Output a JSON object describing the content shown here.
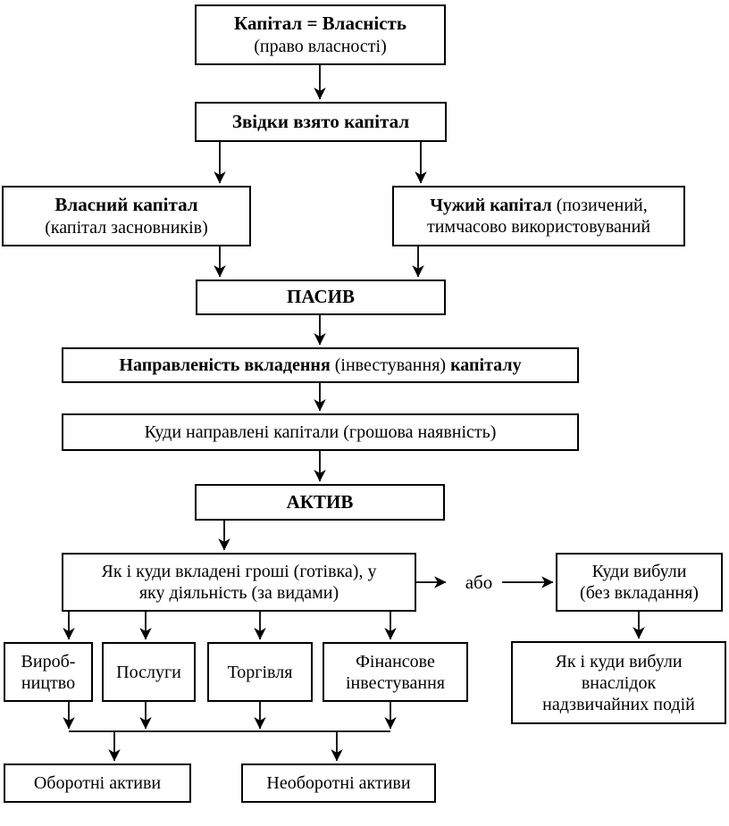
{
  "nodes": {
    "kapital": {
      "line1": "Капітал = Власність",
      "line2": "(право власності)"
    },
    "zvidky": {
      "label": "Звідки взято капітал"
    },
    "vlasnyi": {
      "line1": "Власний капітал",
      "line2": "(капітал засновників)"
    },
    "chuzhyi": {
      "bold": "Чужий капітал",
      "normal1": "(позичений,",
      "normal2": "тимчасово використовуваний"
    },
    "pasyv": {
      "label": "ПАСИВ"
    },
    "napravlenist": {
      "bold1": "Направленість вкладення",
      "normal": "(інвестування)",
      "bold2": "капіталу"
    },
    "kudy_napravleni": {
      "label": "Куди направлені капітали (грошова наявність)"
    },
    "aktyv": {
      "label": "АКТИВ"
    },
    "yak_vkladeni": {
      "line1": "Як і куди вкладені гроші (готівка), у",
      "line2": "яку діяльність (за видами)"
    },
    "abo": {
      "label": "або"
    },
    "kudy_vybuly": {
      "line1": "Куди вибули",
      "line2": "(без вкладання)"
    },
    "yak_vybuly": {
      "line1": "Як і куди вибули",
      "line2": "внаслідок",
      "line3": "надзвичайних подій"
    },
    "vyrobnytstvo": {
      "line1": "Вироб-",
      "line2": "ництво"
    },
    "posluhy": {
      "label": "Послуги"
    },
    "torhivlia": {
      "label": "Торгівля"
    },
    "finansove": {
      "line1": "Фінансове",
      "line2": "інвестування"
    },
    "oborotni": {
      "label": "Оборотні активи"
    },
    "neoborotni": {
      "label": "Необоротні активи"
    }
  },
  "colors": {
    "line": "#000000",
    "text": "#000000",
    "box_border": "#000000",
    "background": "#ffffff"
  }
}
